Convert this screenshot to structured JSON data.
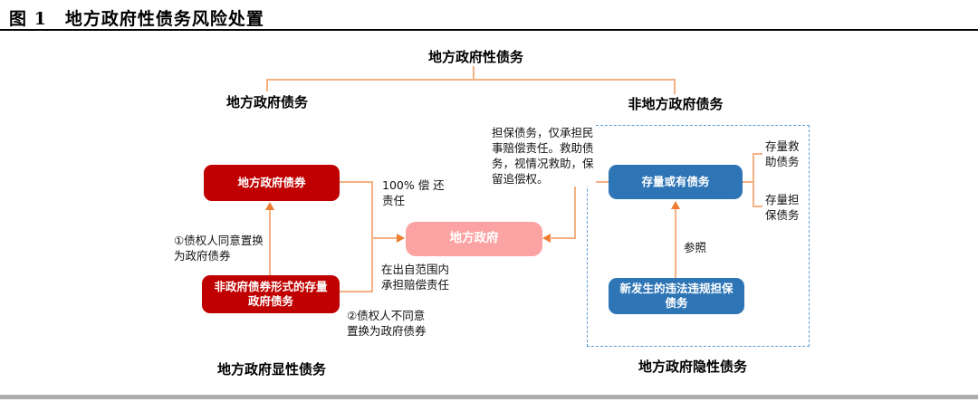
{
  "title": "图 1　地方政府性债务风险处置",
  "tree": {
    "root": "地方政府性债务",
    "left_branch": "地方政府债务",
    "right_branch": "非地方政府债务"
  },
  "explicit": {
    "bond_box": "地方政府债券",
    "nonbond_box": "非政府债券形式的存量\n政府债务",
    "note_agree": "①债权人同意置换\n为政府债券",
    "note_disagree": "②债权人不同意\n置换为政府债券",
    "note_full_repay": "100% 偿 还\n责任",
    "note_compensation": "在出自范围内\n承担赔偿责任",
    "footer": "地方政府显性债务"
  },
  "government_box": "地方政府",
  "implicit": {
    "note_guarantee": "担保债务，仅承担民\n事赔偿责任。救助债\n务，视情况救助，保\n留追偿权。",
    "stock_box": "存量或有债务",
    "stock_rescue_label": "存量救\n助债务",
    "stock_guarantee_label": "存量担\n保债务",
    "note_reference": "参照",
    "new_violation_box": "新发生的违法违规担保\n债务",
    "footer": "地方政府隐性债务"
  },
  "colors": {
    "explicit_box": "#C00000",
    "government_box": "#FBA3A3",
    "implicit_box": "#2E75B6",
    "connector_line": "#F4B183",
    "arrowhead": "#ED7D31",
    "dashed_border": "#5B9BD5",
    "title_rule": "#000000",
    "bottom_bar": "#ACACAC"
  }
}
